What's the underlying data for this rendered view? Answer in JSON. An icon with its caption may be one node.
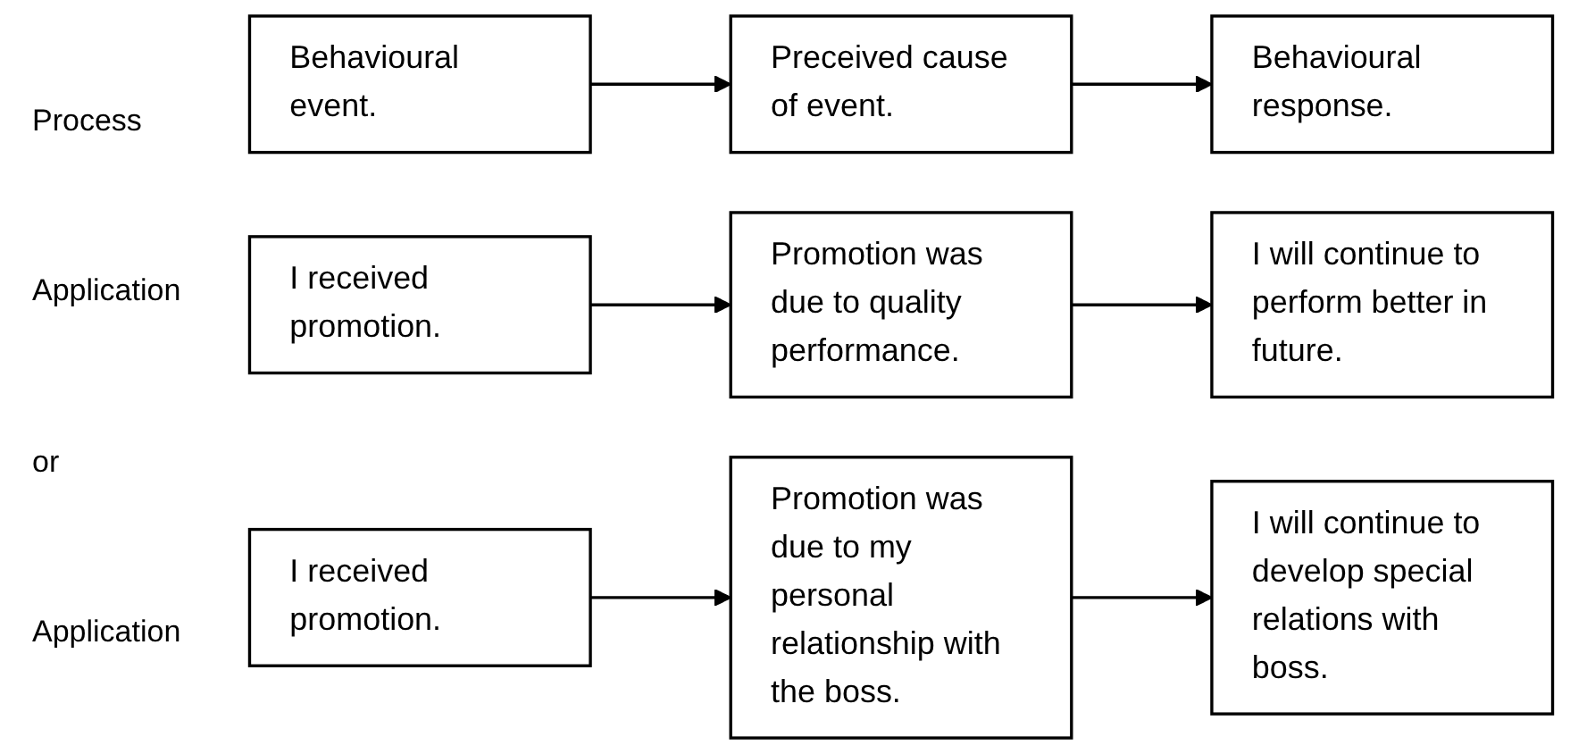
{
  "diagram": {
    "nodes": [
      {
        "text": [
          "Behavioural event."
        ]
      },
      {
        "text": [
          "Preceived cause of event."
        ]
      },
      {
        "text": [
          "Behavioural response."
        ]
      },
      {
        "text": [
          "I received promotion."
        ]
      },
      {
        "text": [
          "Promotion was due to quality performance."
        ]
      },
      {
        "text": [
          "I will continue to perform better in future."
        ]
      },
      {
        "text": [
          "I received promotion."
        ]
      },
      {
        "text": [
          "Promotion was due to my personal relationship with the boss."
        ]
      },
      {
        "text": [
          "I will continue to develop special relations with boss."
        ]
      }
    ],
    "edges": [
      {
        "from": 0,
        "to": 1,
        "arrow": "to"
      },
      {
        "from": 1,
        "to": 2,
        "arrow": "to"
      },
      {
        "from": 3,
        "to": 4,
        "arrow": "to"
      },
      {
        "from": 4,
        "to": 5,
        "arrow": "to"
      },
      {
        "from": 6,
        "to": 7,
        "arrow": "to"
      },
      {
        "from": 7,
        "to": 8,
        "arrow": "to"
      }
    ],
    "labels": [
      "Process",
      "Application",
      "or",
      "Application"
    ]
  }
}
